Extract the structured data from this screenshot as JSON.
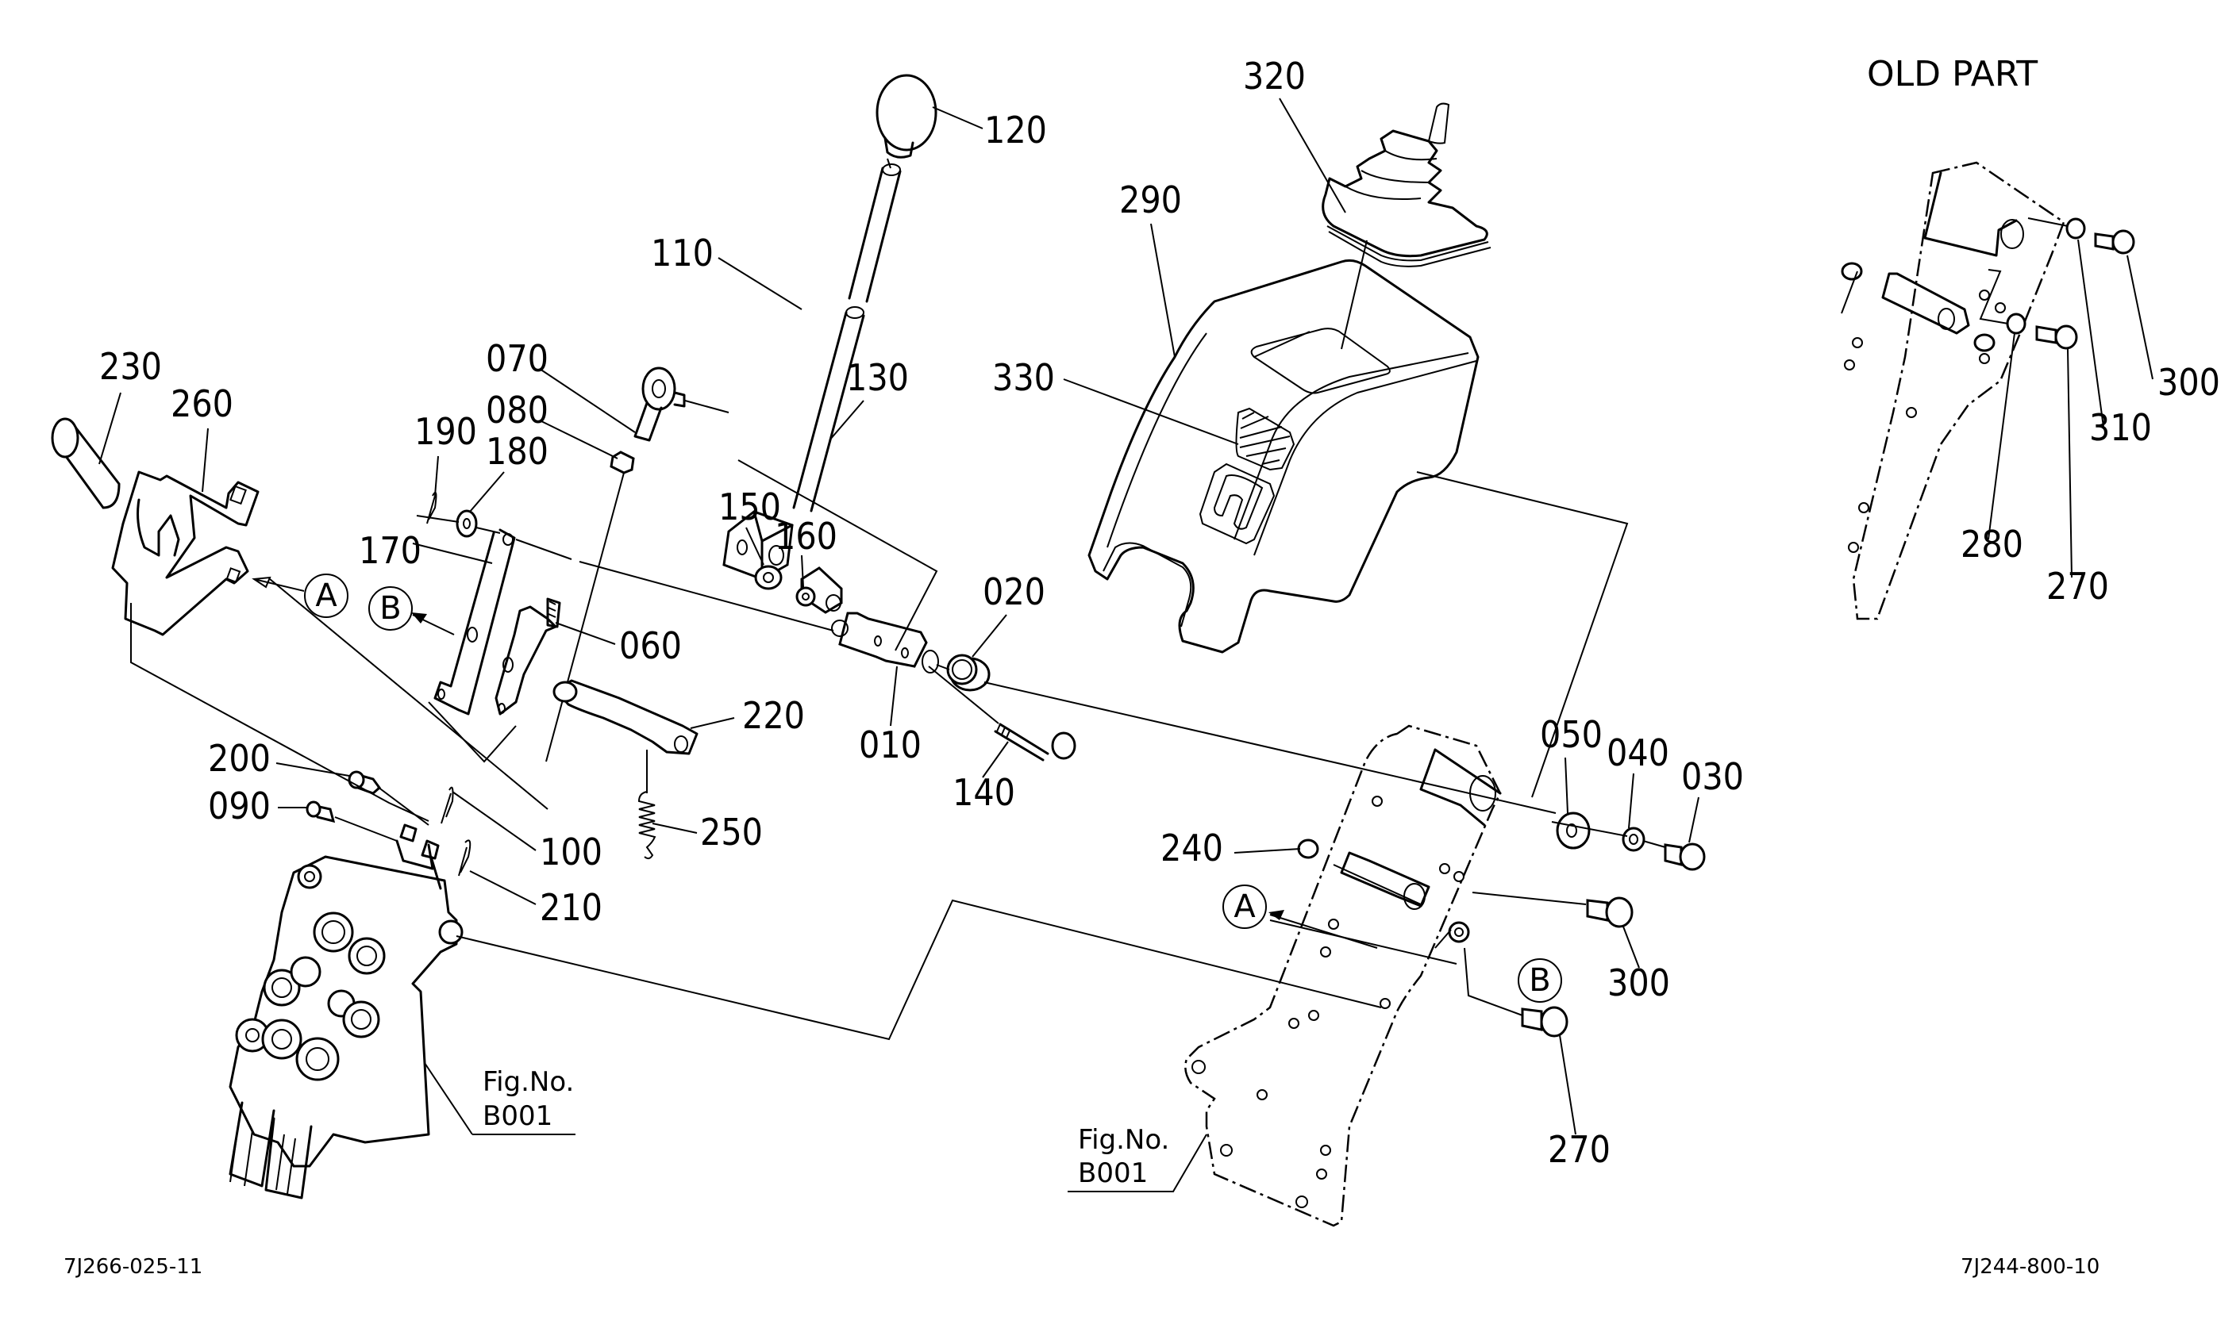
{
  "diagram": {
    "type": "exploded-parts-diagram",
    "inset_title": "OLD PART",
    "drawing_numbers": {
      "left": "7J266-025-11",
      "right": "7J244-800-10"
    },
    "figure_references": [
      {
        "line1": "Fig.No.",
        "line2": "B001"
      },
      {
        "line1": "Fig.No.",
        "line2": "B001"
      }
    ],
    "connection_markers": [
      "A",
      "B",
      "A",
      "B"
    ],
    "callouts": {
      "p120": "120",
      "p110": "110",
      "p320": "320",
      "p290": "290",
      "p330": "330",
      "p130": "130",
      "p070": "070",
      "p080": "080",
      "p190": "190",
      "p180": "180",
      "p230": "230",
      "p260": "260",
      "p170": "170",
      "p060": "060",
      "p150": "150",
      "p160": "160",
      "p020": "020",
      "p010": "010",
      "p140": "140",
      "p220": "220",
      "p250": "250",
      "p200": "200",
      "p090": "090",
      "p100": "100",
      "p210": "210",
      "p240": "240",
      "p050": "050",
      "p040": "040",
      "p030": "030",
      "p300": "300",
      "p270": "270",
      "old_p300": "300",
      "old_p310": "310",
      "old_p280": "280",
      "old_p270": "270"
    }
  }
}
